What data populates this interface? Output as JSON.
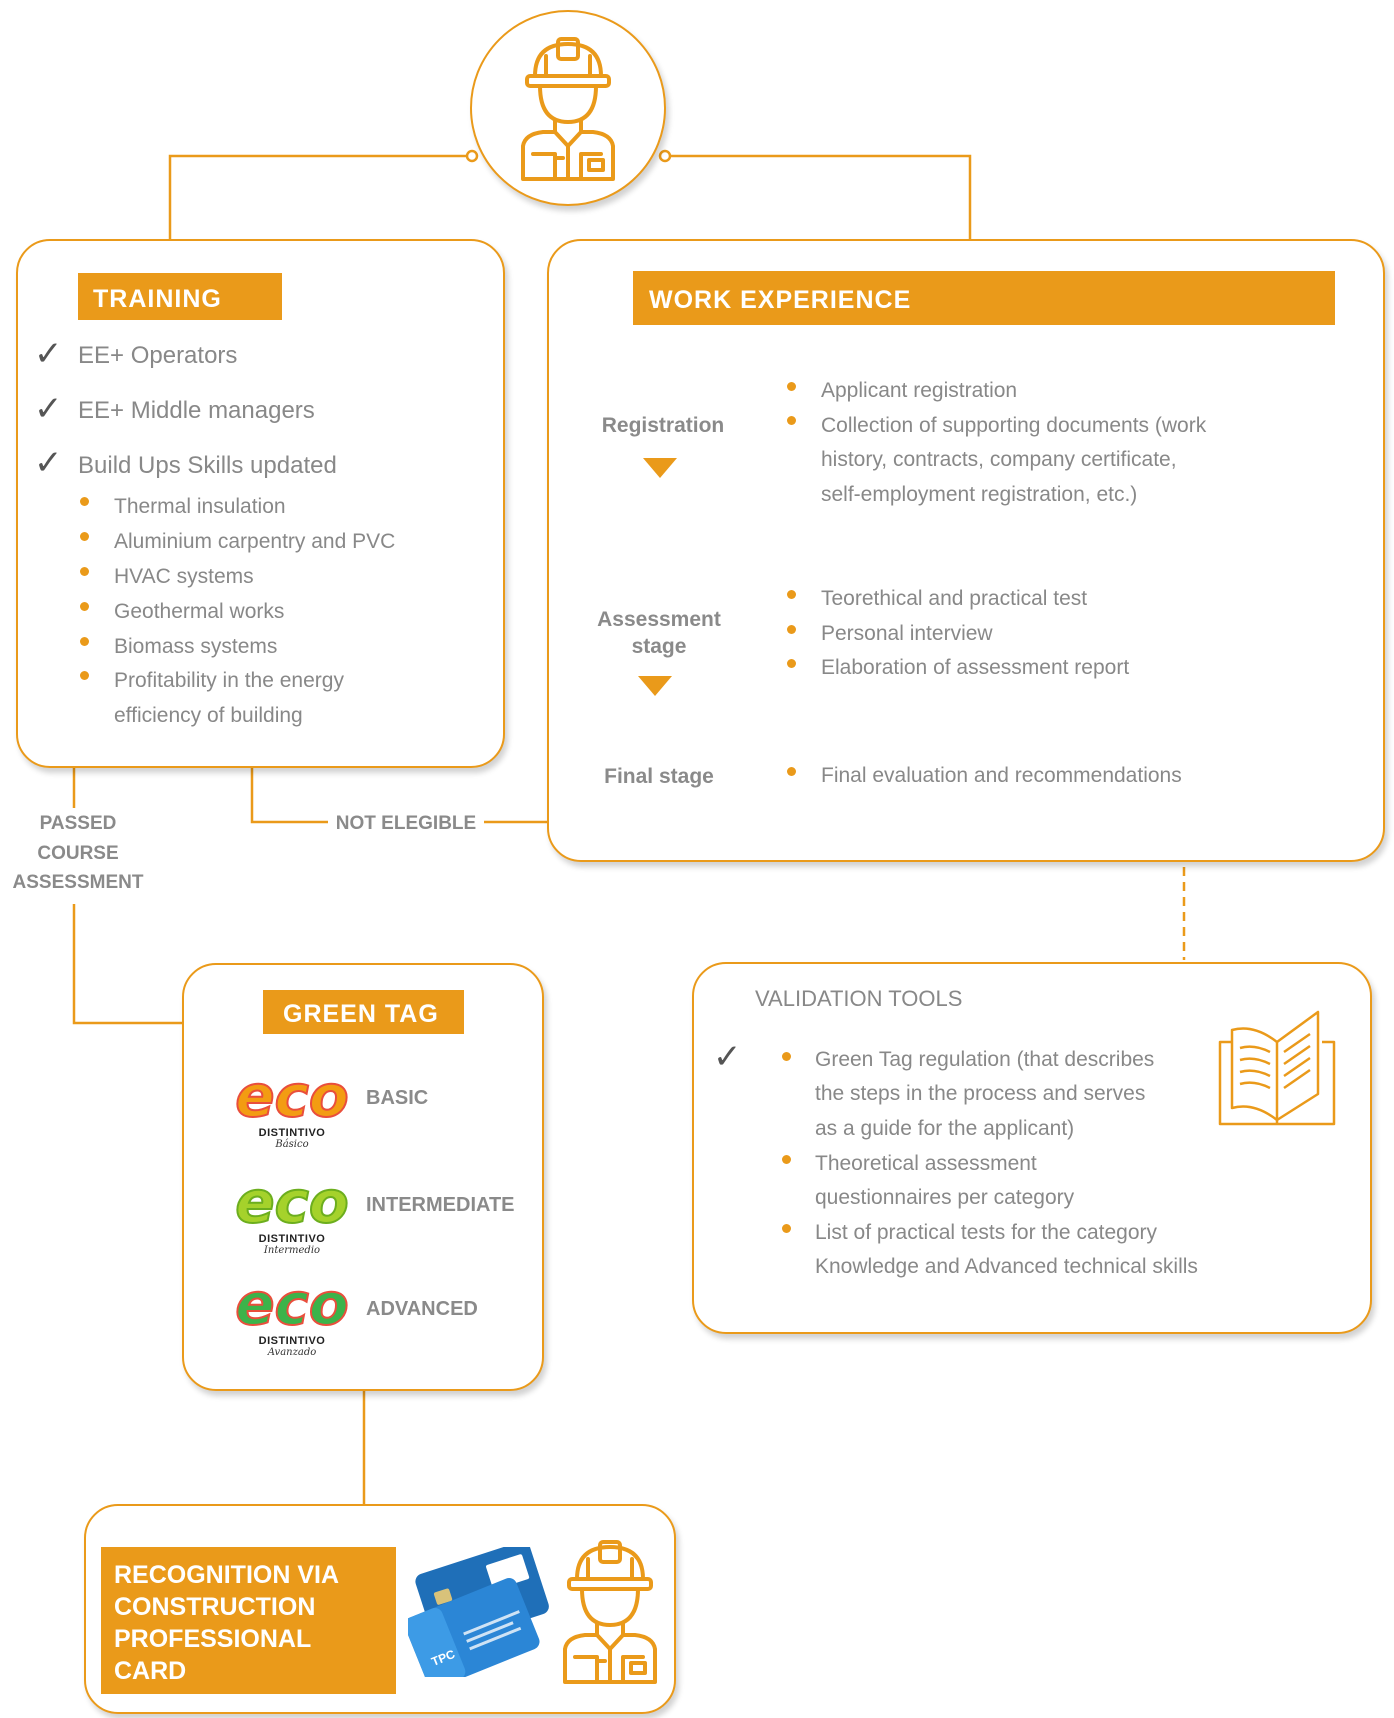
{
  "colors": {
    "accent": "#ea9a1a",
    "text": "#888888",
    "check": "#555555"
  },
  "top_icon": "worker-hardhat-icon",
  "training": {
    "title": "TRAINING",
    "items": [
      "EE+ Operators",
      "EE+ Middle managers",
      "Build Ups Skills updated"
    ],
    "sub_items": [
      "Thermal insulation",
      "Aluminium carpentry and PVC",
      "HVAC systems",
      "Geothermal works",
      "Biomass systems",
      "Profitability in the energy",
      "efficiency of building"
    ]
  },
  "work_experience": {
    "title": "WORK EXPERIENCE",
    "stages": {
      "registration": {
        "label": "Registration",
        "items": [
          "Applicant registration",
          "Collection of supporting documents (work",
          "history, contracts, company certificate,",
          "self-employment registration, etc.)"
        ]
      },
      "assessment": {
        "label_1": "Assessment",
        "label_2": "stage",
        "items": [
          "Teorethical and practical test",
          "Personal interview",
          "Elaboration of assessment report"
        ]
      },
      "final": {
        "label": "Final stage",
        "items": [
          "Final evaluation and recommendations"
        ]
      }
    }
  },
  "connectors": {
    "passed_1": "PASSED",
    "passed_2": "COURSE",
    "passed_3": "ASSESSMENT",
    "not_eligible": "NOT ELEGIBLE"
  },
  "green_tag": {
    "title": "GREEN TAG",
    "levels": [
      {
        "logo": "eco",
        "brand": "DISTINTIVO",
        "tag": "Básico",
        "label": "BASIC"
      },
      {
        "logo": "eco",
        "brand": "DISTINTIVO",
        "tag": "Intermedio",
        "label": "INTERMEDIATE"
      },
      {
        "logo": "eco",
        "brand": "DISTINTIVO",
        "tag": "Avanzado",
        "label": "ADVANCED"
      }
    ]
  },
  "validation_tools": {
    "title": "VALIDATION TOOLS",
    "icon": "open-book-icon",
    "items": [
      "Green Tag regulation (that describes",
      "the steps in the process and serves",
      "as a guide for the applicant)",
      "Theoretical assessment",
      "questionnaires per category",
      "List of practical tests for the category",
      "Knowledge and Advanced technical skills"
    ]
  },
  "recognition": {
    "line_1": "RECOGNITION VIA",
    "line_2": "CONSTRUCTION",
    "line_3": "PROFESSIONAL",
    "line_4": "CARD",
    "card_text": "TPC",
    "icon": "worker-hardhat-icon"
  }
}
